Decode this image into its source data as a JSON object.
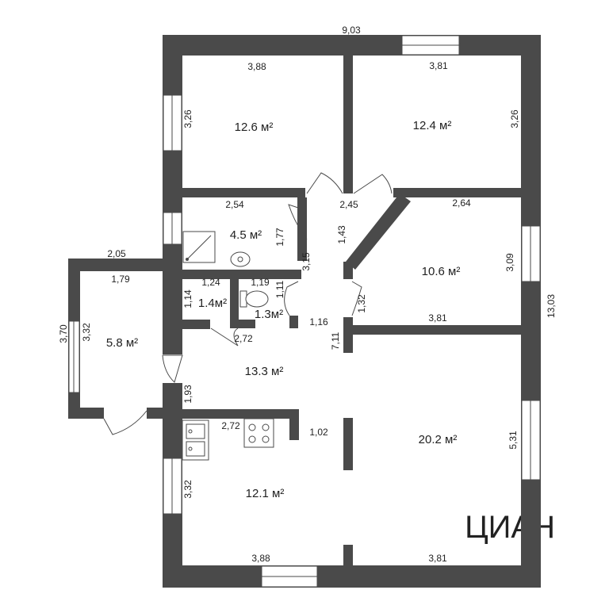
{
  "plan": {
    "overall": {
      "width": "9,03",
      "height": "13,03"
    },
    "rooms": [
      {
        "id": "bedroom-nw",
        "area": "12.6 м²"
      },
      {
        "id": "bedroom-ne",
        "area": "12.4 м²"
      },
      {
        "id": "bathroom",
        "area": "4.5 м²"
      },
      {
        "id": "room-e",
        "area": "10.6 м²"
      },
      {
        "id": "storage",
        "area": "1.4м²"
      },
      {
        "id": "toilet",
        "area": "1.3м²"
      },
      {
        "id": "vestibule",
        "area": "5.8 м²"
      },
      {
        "id": "hall",
        "area": "13.3 м²"
      },
      {
        "id": "living",
        "area": "20.2 м²"
      },
      {
        "id": "kitchen",
        "area": "12.1 м²"
      }
    ],
    "dims": [
      "3,88",
      "3,81",
      "3,26",
      "3,26",
      "2,54",
      "2,45",
      "2,64",
      "1,77",
      "1,43",
      "3,15",
      "2,05",
      "1,79",
      "1,24",
      "1,19",
      "1,14",
      "1,11",
      "3,09",
      "3,70",
      "3,32",
      "1,16",
      "1,32",
      "3,81",
      "7,11",
      "2,72",
      "1,93",
      "2,72",
      "1,02",
      "5,31",
      "3,32",
      "3,88",
      "3,81"
    ],
    "watermark": "ЦИАН"
  }
}
